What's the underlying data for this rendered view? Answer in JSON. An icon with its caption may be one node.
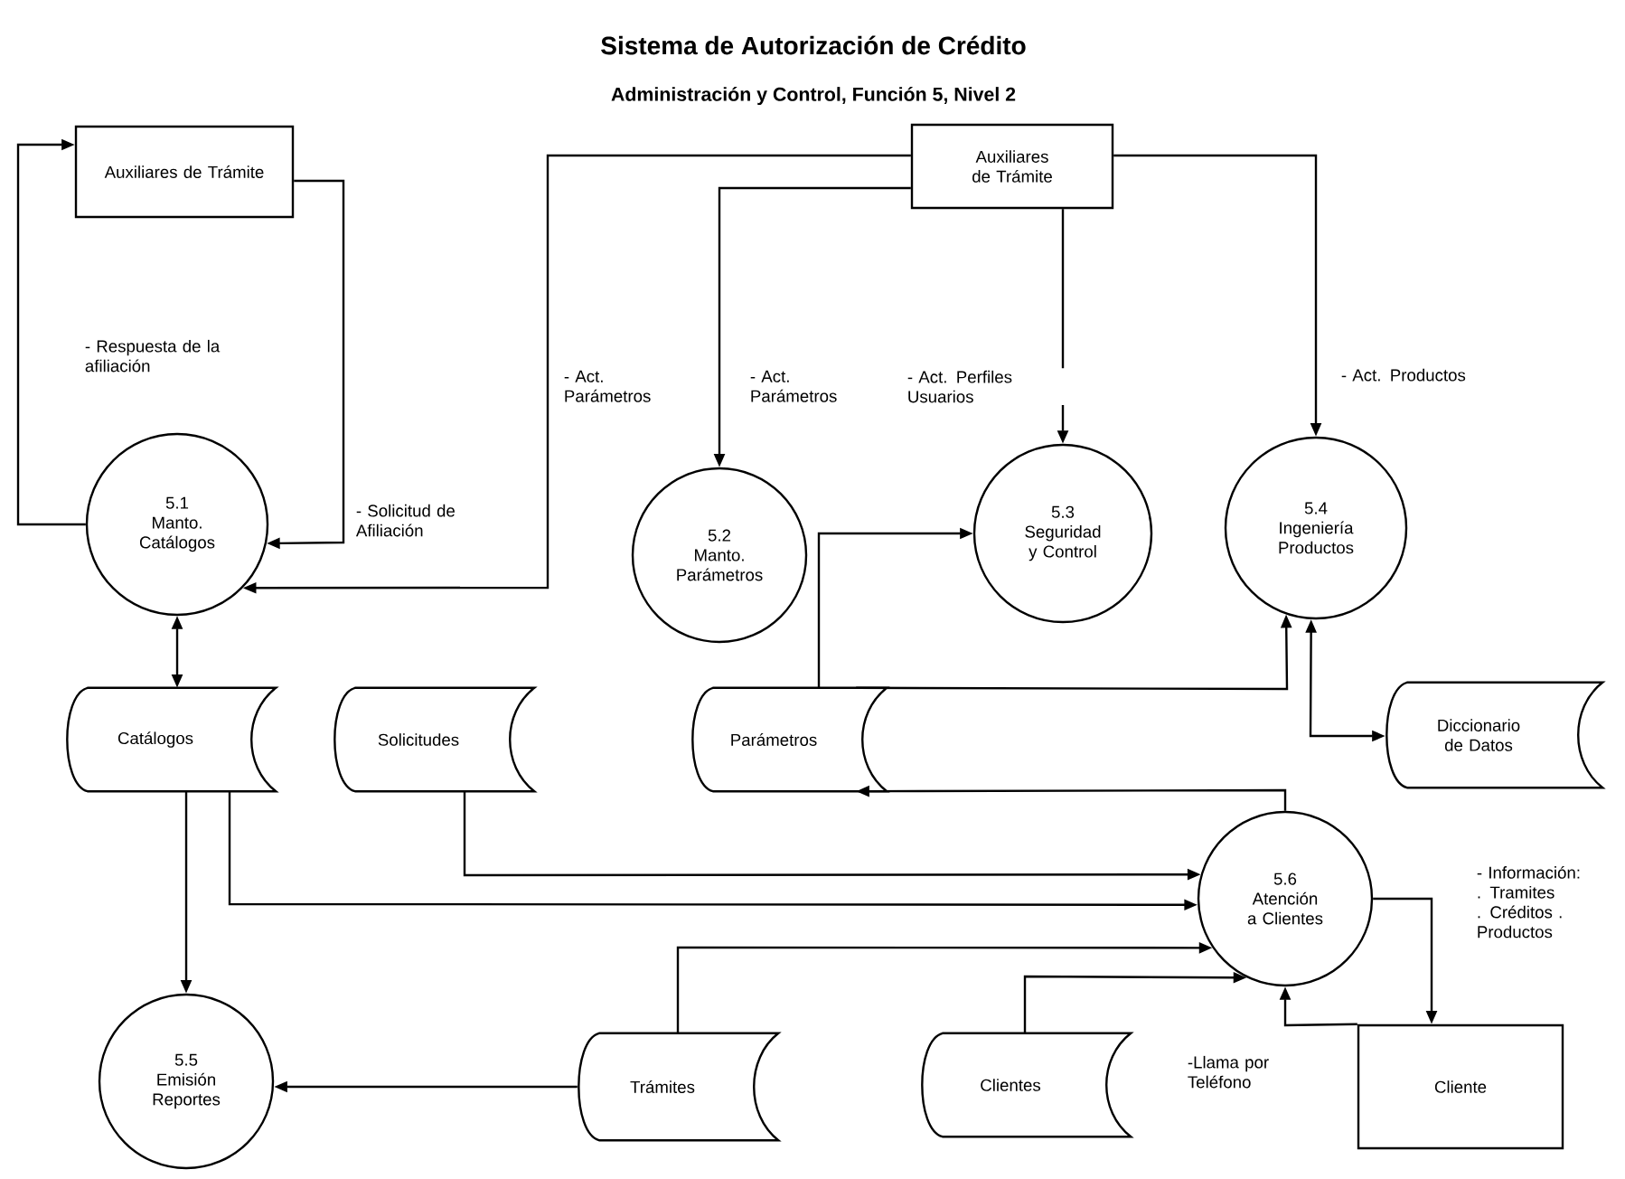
{
  "diagram": {
    "title": "Sistema de Autorización de Crédito",
    "nodes": [
      {
        "text": [
          "Auxiliares de Trámite"
        ]
      },
      {
        "text": [
          "Auxiliares de Trámite"
        ]
      },
      {
        "text": [
          "5.1",
          "Manto. Catálogos"
        ]
      },
      {
        "text": [
          "5.2",
          "Manto. Parámetros"
        ]
      },
      {
        "text": [
          "5.3",
          "Seguridad y Control"
        ]
      },
      {
        "text": [
          "5.4",
          "Ingeniería Productos"
        ]
      },
      {
        "text": [
          "Catálogos"
        ]
      },
      {
        "text": [
          "Solicitudes"
        ]
      },
      {
        "text": [
          "Parámetros"
        ]
      },
      {
        "text": [
          "Diccionario de Datos"
        ]
      },
      {
        "text": [
          "5.6",
          "Atención a Clientes"
        ]
      },
      {
        "text": [
          "5.5",
          "Emisión Reportes"
        ]
      },
      {
        "text": [
          "Trámites"
        ]
      },
      {
        "text": [
          "Clientes"
        ]
      },
      {
        "text": [
          "Cliente"
        ]
      }
    ],
    "edges": [
      {
        "from": 2,
        "to": 0,
        "arrow": "to",
        "label": "- Respuesta de la afiliación"
      },
      {
        "from": 0,
        "to": 2,
        "arrow": "to",
        "label": "- Solicitud de Afiliación"
      },
      {
        "from": 1,
        "to": 2,
        "arrow": "to",
        "label": "- Act. Parámetros"
      },
      {
        "from": 1,
        "to": 3,
        "arrow": "to",
        "label": "- Act. Parámetros"
      },
      {
        "from": 1,
        "to": 4,
        "arrow": "to",
        "label": "- Act. Perfiles Usuarios"
      },
      {
        "from": 1,
        "to": 5,
        "arrow": "to",
        "label": "- Act. Productos"
      },
      {
        "from": 2,
        "to": 6,
        "arrow": "both"
      },
      {
        "from": 8,
        "to": 4,
        "arrow": "to"
      },
      {
        "from": 8,
        "to": 5,
        "arrow": "to"
      },
      {
        "from": 5,
        "to": 9,
        "arrow": "both"
      },
      {
        "from": 10,
        "to": 8,
        "arrow": "to"
      },
      {
        "from": 7,
        "to": 10,
        "arrow": "to"
      },
      {
        "from": 6,
        "to": 10,
        "arrow": "to"
      },
      {
        "from": 12,
        "to": 10,
        "arrow": "to"
      },
      {
        "from": 6,
        "to": 11,
        "arrow": "to"
      },
      {
        "from": 12,
        "to": 11,
        "arrow": "to"
      },
      {
        "from": 13,
        "to": 10,
        "arrow": "to"
      },
      {
        "from": 14,
        "to": 10,
        "arrow": "to",
        "label": "-Llama por Teléfono"
      },
      {
        "from": 10,
        "to": 14,
        "arrow": "to",
        "label": "- Información: . Tramites . Créditos . Productos"
      }
    ],
    "labels": [
      "Administración y Control, Función 5, Nivel 2"
    ]
  }
}
